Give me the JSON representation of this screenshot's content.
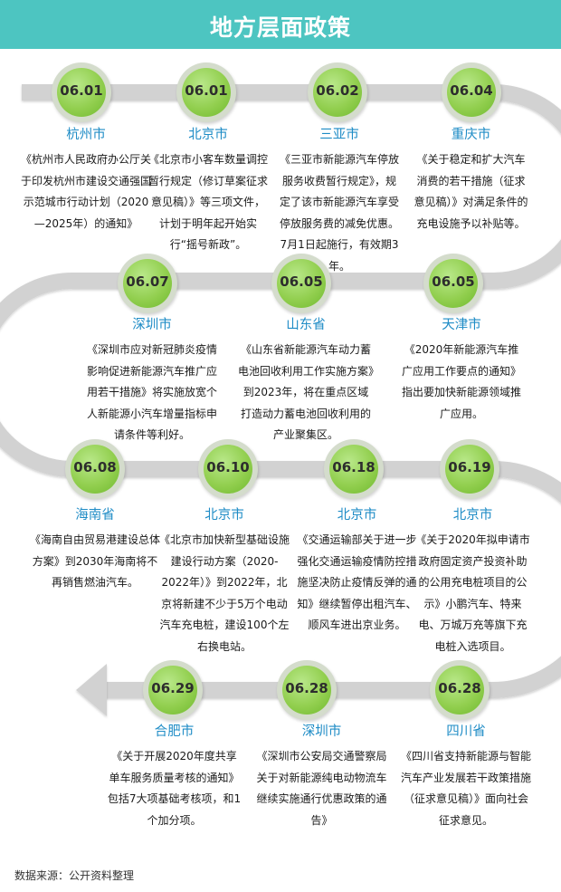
{
  "header": {
    "title": "地方层面政策"
  },
  "items": [
    {
      "date": "06.01",
      "city": "杭州市",
      "desc": "《杭州市人民政府办公厅关于印发杭州市建设交通强国示范城市行动计划（2020—2025年）的通知》"
    },
    {
      "date": "06.01",
      "city": "北京市",
      "desc": "《北京市小客车数量调控暂行规定（修订草案征求意见稿）》等三项文件，计划于明年起开始实行“摇号新政”。"
    },
    {
      "date": "06.02",
      "city": "三亚市",
      "desc": "《三亚市新能源汽车停放服务收费暂行规定》，规定了该市新能源汽车享受停放服务费的减免优惠。7月1日起施行，有效期3年。"
    },
    {
      "date": "06.04",
      "city": "重庆市",
      "desc": "《关于稳定和扩大汽车消费的若干措施（征求意见稿）》对满足条件的充电设施予以补贴等。"
    },
    {
      "date": "06.07",
      "city": "深圳市",
      "desc": "《深圳市应对新冠肺炎疫情影响促进新能源汽车推广应用若干措施》将实施放宽个人新能源小汽车增量指标申请条件等利好。"
    },
    {
      "date": "06.05",
      "city": "山东省",
      "desc": "《山东省新能源汽车动力蓄电池回收利用工作实施方案》到2023年，将在重点区域打造动力蓄电池回收利用的产业聚集区。"
    },
    {
      "date": "06.05",
      "city": "天津市",
      "desc": "《2020年新能源汽车推广应用工作要点的通知》指出要加快新能源领域推广应用。"
    },
    {
      "date": "06.08",
      "city": "海南省",
      "desc": "《海南自由贸易港建设总体方案》到2030年海南将不再销售燃油汽车。"
    },
    {
      "date": "06.10",
      "city": "北京市",
      "desc": "《北京市加快新型基础设施建设行动方案（2020-2022年）》到2022年，北京将新建不少于5万个电动汽车充电桩，建设100个左右换电站。"
    },
    {
      "date": "06.18",
      "city": "北京市",
      "desc": "《交通运输部关于进一步强化交通运输疫情防控措施坚决防止疫情反弹的通知》继续暂停出租汽车、顺风车进出京业务。"
    },
    {
      "date": "06.19",
      "city": "北京市",
      "desc": "《关于2020年拟申请市政府固定资产投资补助的公用充电桩项目的公示》小鹏汽车、特来电、万城万充等旗下充电桩入选项目。"
    },
    {
      "date": "06.29",
      "city": "合肥市",
      "desc": "《关于开展2020年度共享单车服务质量考核的通知》包括7大项基础考核项，和1个加分项。"
    },
    {
      "date": "06.28",
      "city": "深圳市",
      "desc": "《深圳市公安局交通警察局关于对新能源纯电动物流车继续实施通行优惠政策的通告》"
    },
    {
      "date": "06.28",
      "city": "四川省",
      "desc": "《四川省支持新能源与智能汽车产业发展若干政策措施（征求意见稿）》面向社会征求意见。"
    }
  ],
  "footer": {
    "source": "数据来源：公开资料整理"
  },
  "colors": {
    "header": "#4dc5c1",
    "track": "#d2d2d2",
    "badge": "#92cf4f",
    "city": "#1f8cc6"
  }
}
